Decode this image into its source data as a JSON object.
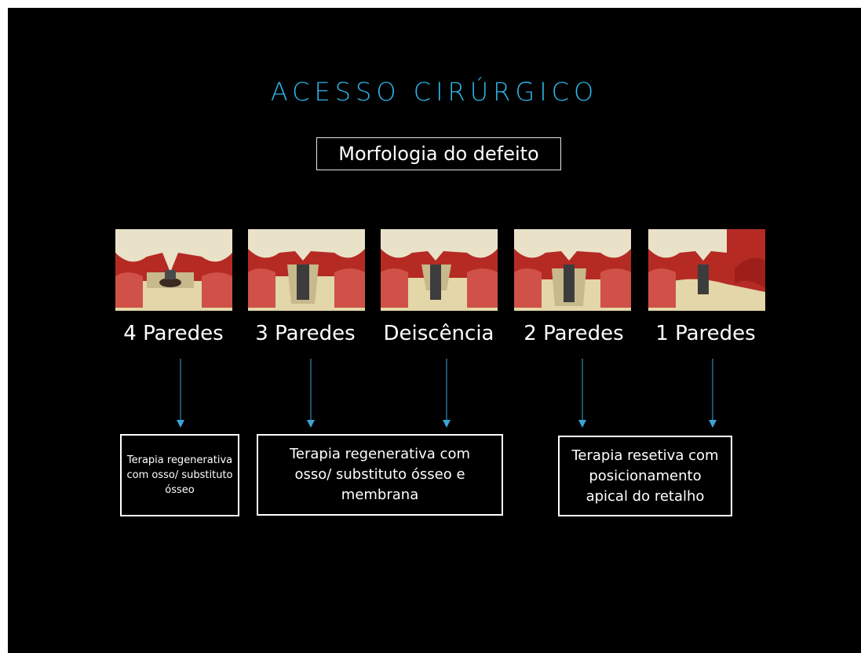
{
  "title": "ACESSO CIRÚRGICO",
  "subtitle": "Morfologia do defeito",
  "defect_types": [
    {
      "label": "4 Paredes"
    },
    {
      "label": "3 Paredes"
    },
    {
      "label": "Deiscência"
    },
    {
      "label": "2 Paredes"
    },
    {
      "label": "1 Paredes"
    }
  ],
  "therapies": [
    {
      "text": "Terapia regenerativa com osso/ substituto ósseo"
    },
    {
      "text": "Terapia regenerativa com osso/ substituto ósseo e membrana"
    },
    {
      "text": "Terapia resetiva com posicionamento apical do retalho"
    }
  ],
  "colors": {
    "background": "#000000",
    "title": "#2fb6ea",
    "arrow": "#3da3d6",
    "text": "#ffffff"
  }
}
